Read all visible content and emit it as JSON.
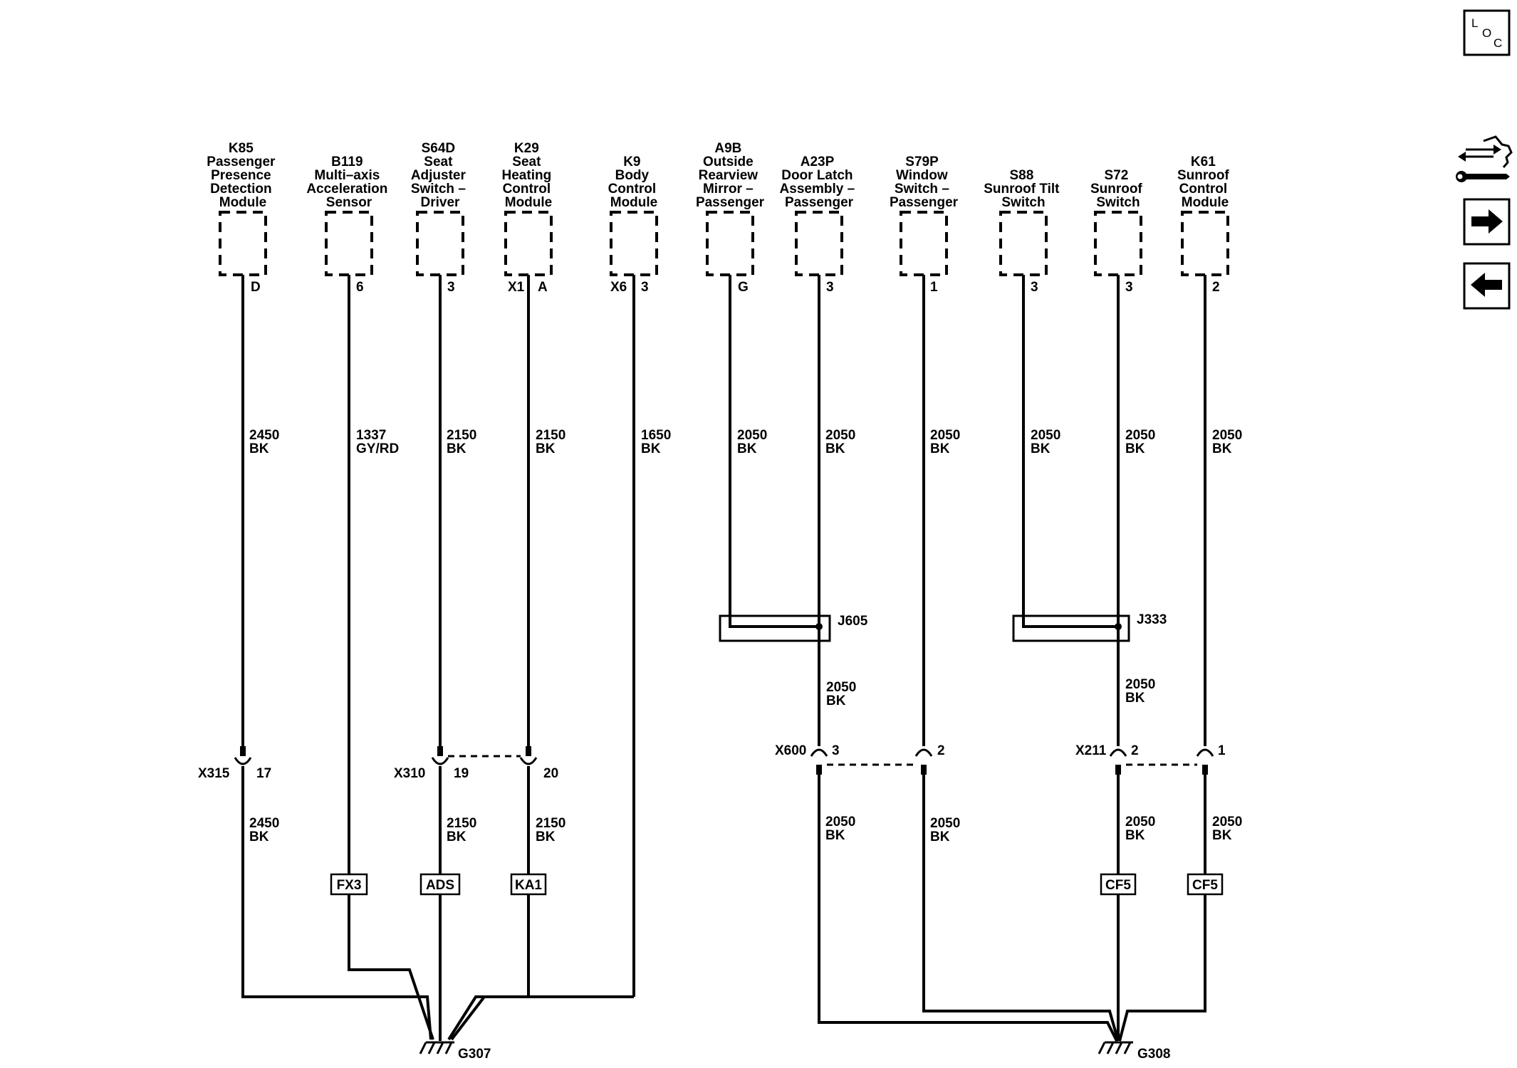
{
  "toolbar": {
    "loc_button": [
      "L",
      "O",
      "C"
    ],
    "service_icon": "connector-end-view-icon",
    "next_icon": "arrow-right-icon",
    "prev_icon": "arrow-left-icon"
  },
  "components": [
    {
      "id": "k85",
      "lines": [
        "K85",
        "Passenger",
        "Presence",
        "Detection",
        "Module"
      ]
    },
    {
      "id": "b119",
      "lines": [
        "B119",
        "Multi–axis",
        "Acceleration",
        "Sensor"
      ]
    },
    {
      "id": "s64d",
      "lines": [
        "S64D",
        "Seat",
        "Adjuster",
        "Switch –",
        "Driver"
      ]
    },
    {
      "id": "k29",
      "lines": [
        "K29",
        "Seat",
        "Heating",
        "Control",
        "Module"
      ]
    },
    {
      "id": "k9",
      "lines": [
        "K9",
        "Body",
        "Control",
        "Module"
      ]
    },
    {
      "id": "a9b",
      "lines": [
        "A9B",
        "Outside",
        "Rearview",
        "Mirror –",
        "Passenger"
      ]
    },
    {
      "id": "a23p",
      "lines": [
        "A23P",
        "Door Latch",
        "Assembly –",
        "Passenger"
      ]
    },
    {
      "id": "s79p",
      "lines": [
        "S79P",
        "Window",
        "Switch –",
        "Passenger"
      ]
    },
    {
      "id": "s88",
      "lines": [
        "S88",
        "Sunroof Tilt",
        "Switch"
      ]
    },
    {
      "id": "s72",
      "lines": [
        "S72",
        "Sunroof",
        "Switch"
      ]
    },
    {
      "id": "k61",
      "lines": [
        "K61",
        "Sunroof",
        "Control",
        "Module"
      ]
    }
  ],
  "pins": {
    "k85": "D",
    "b119": "6",
    "s64d": "3",
    "k29_connector": "X1",
    "k29": "A",
    "k9_connector": "X6",
    "k9": "3",
    "a9b": "G",
    "a23p": "3",
    "s79p": "1",
    "s88": "3",
    "s72": "3",
    "k61": "2"
  },
  "wires_upper": [
    {
      "id": "k85",
      "gauge": "2450",
      "color": "BK"
    },
    {
      "id": "b119",
      "gauge": "1337",
      "color": "GY/RD"
    },
    {
      "id": "s64d",
      "gauge": "2150",
      "color": "BK"
    },
    {
      "id": "k29",
      "gauge": "2150",
      "color": "BK"
    },
    {
      "id": "k9",
      "gauge": "1650",
      "color": "BK"
    },
    {
      "id": "a9b",
      "gauge": "2050",
      "color": "BK"
    },
    {
      "id": "a23p",
      "gauge": "2050",
      "color": "BK"
    },
    {
      "id": "s79p",
      "gauge": "2050",
      "color": "BK"
    },
    {
      "id": "s88",
      "gauge": "2050",
      "color": "BK"
    },
    {
      "id": "s72",
      "gauge": "2050",
      "color": "BK"
    },
    {
      "id": "k61",
      "gauge": "2050",
      "color": "BK"
    }
  ],
  "splices": [
    {
      "id": "J605",
      "label": "J605"
    },
    {
      "id": "J333",
      "label": "J333"
    }
  ],
  "wires_mid": [
    {
      "id": "j605-out",
      "gauge": "2050",
      "color": "BK"
    },
    {
      "id": "j333-out",
      "gauge": "2050",
      "color": "BK"
    }
  ],
  "inline_connectors": [
    {
      "id": "x315",
      "name": "X315",
      "pins": [
        "17"
      ]
    },
    {
      "id": "x310",
      "name": "X310",
      "pins": [
        "19",
        "20"
      ]
    },
    {
      "id": "x600",
      "name": "X600",
      "pins": [
        "3",
        "2"
      ]
    },
    {
      "id": "x211",
      "name": "X211",
      "pins": [
        "2",
        "1"
      ]
    }
  ],
  "wires_lower": [
    {
      "id": "k85",
      "gauge": "2450",
      "color": "BK"
    },
    {
      "id": "s64d",
      "gauge": "2150",
      "color": "BK"
    },
    {
      "id": "k29",
      "gauge": "2150",
      "color": "BK"
    },
    {
      "id": "a23p",
      "gauge": "2050",
      "color": "BK"
    },
    {
      "id": "s79p",
      "gauge": "2050",
      "color": "BK"
    },
    {
      "id": "s72",
      "gauge": "2050",
      "color": "BK"
    },
    {
      "id": "k61",
      "gauge": "2050",
      "color": "BK"
    }
  ],
  "tags": [
    {
      "id": "b119",
      "label": "FX3"
    },
    {
      "id": "s64d",
      "label": "ADS"
    },
    {
      "id": "k29",
      "label": "KA1"
    },
    {
      "id": "s72",
      "label": "CF5"
    },
    {
      "id": "k61",
      "label": "CF5"
    }
  ],
  "grounds": [
    {
      "id": "g307",
      "label": "G307"
    },
    {
      "id": "g308",
      "label": "G308"
    }
  ]
}
